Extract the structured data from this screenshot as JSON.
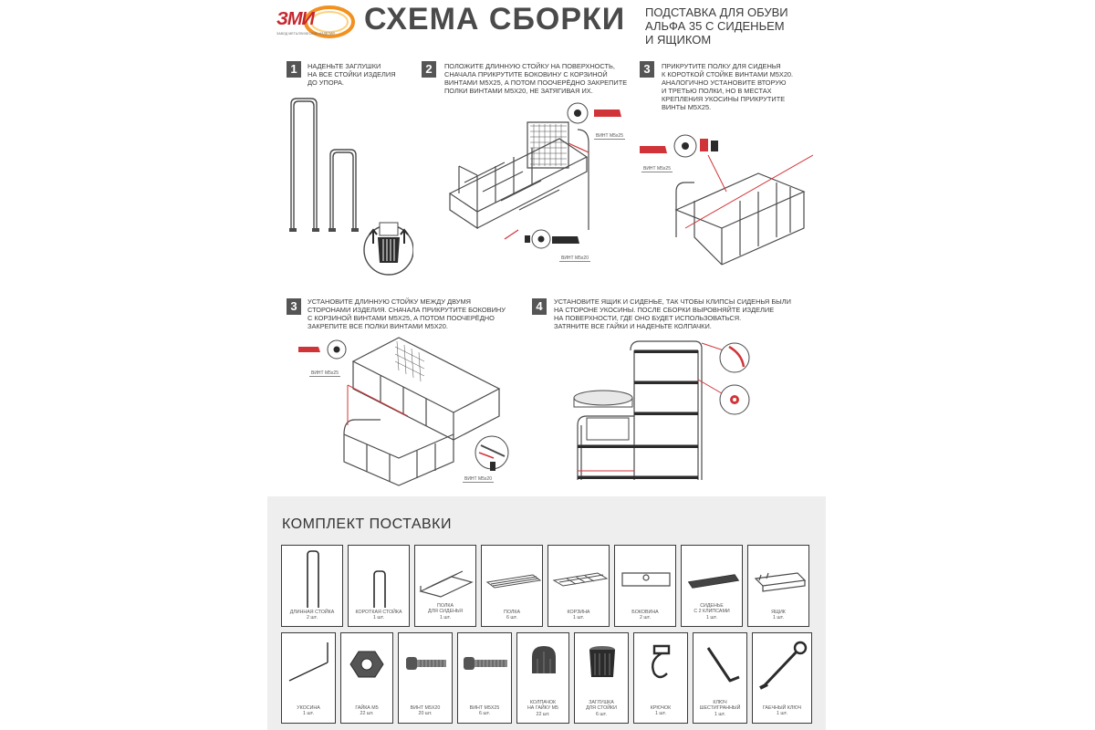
{
  "header": {
    "logo_text": "ЗМИ",
    "logo_sub": "ЗАВОД МЕТАЛЛИЧЕСКИХ ИЗДЕЛИЙ",
    "title": "СХЕМА СБОРКИ",
    "subtitle_lines": [
      "ПОДСТАВКА ДЛЯ ОБУВИ",
      "АЛЬФА 35 С СИДЕНЬЕМ",
      "И ЯЩИКОМ"
    ]
  },
  "steps": [
    {
      "num": "1",
      "lines": [
        "НАДЕНЬТЕ ЗАГЛУШКИ",
        "НА ВСЕ СТОЙКИ ИЗДЕЛИЯ",
        "ДО УПОРА."
      ]
    },
    {
      "num": "2",
      "lines": [
        "ПОЛОЖИТЕ ДЛИННУЮ СТОЙКУ НА ПОВЕРХНОСТЬ,",
        "СНАЧАЛА ПРИКРУТИТЕ БОКОВИНУ С КОРЗИНОЙ",
        "ВИНТАМИ М5Х25, А ПОТОМ ПООЧЕРЁДНО ЗАКРЕПИТЕ",
        "ПОЛКИ ВИНТАМИ М5Х20, НЕ ЗАТЯГИВАЯ ИХ."
      ]
    },
    {
      "num": "3",
      "lines": [
        "ПРИКРУТИТЕ ПОЛКУ ДЛЯ СИДЕНЬЯ",
        "К КОРОТКОЙ СТОЙКЕ ВИНТАМИ М5Х20.",
        "АНАЛОГИЧНО УСТАНОВИТЕ ВТОРУЮ",
        "И ТРЕТЬЮ ПОЛКИ, НО В МЕСТАХ",
        "КРЕПЛЕНИЯ УКОСИНЫ ПРИКРУТИТЕ",
        "ВИНТЫ М5Х25."
      ]
    },
    {
      "num": "3",
      "lines": [
        "УСТАНОВИТЕ ДЛИННУЮ СТОЙКУ МЕЖДУ ДВУМЯ",
        "СТОРОНАМИ ИЗДЕЛИЯ. СНАЧАЛА ПРИКРУТИТЕ БОКОВИНУ",
        "С КОРЗИНОЙ ВИНТАМИ М5Х25, А ПОТОМ ПООЧЕРЁДНО",
        "ЗАКРЕПИТЕ ВСЕ ПОЛКИ ВИНТАМИ М5Х20."
      ]
    },
    {
      "num": "4",
      "lines": [
        "УСТАНОВИТЕ ЯЩИК И СИДЕНЬЕ, ТАК ЧТОБЫ КЛИПСЫ СИДЕНЬЯ БЫЛИ",
        "НА СТОРОНЕ УКОСИНЫ. ПОСЛЕ СБОРКИ ВЫРОВНЯЙТЕ ИЗДЕЛИЕ",
        "НА ПОВЕРХНОСТИ, ГДЕ ОНО БУДЕТ ИСПОЛЬЗОВАТЬСЯ.",
        "ЗАТЯНИТЕ ВСЕ ГАЙКИ И НАДЕНЬТЕ КОЛПАЧКИ."
      ]
    }
  ],
  "callouts": {
    "s2_top": "ВИНТ М5х25",
    "s2_bottom": "ВИНТ М5х20",
    "s3_left": "ВИНТ М5х25",
    "s3b_left": "ВИНТ М5х25",
    "s3b_right": "ВИНТ М5х20"
  },
  "kit": {
    "title": "КОМПЛЕКТ ПОСТАВКИ",
    "row1": [
      {
        "icon": "long-post-icon",
        "name": "ДЛИННАЯ СТОЙКА",
        "qty": "2 шт."
      },
      {
        "icon": "short-post-icon",
        "name": "КОРОТКАЯ СТОЙКА",
        "qty": "1 шт."
      },
      {
        "icon": "seat-shelf-icon",
        "name": "ПОЛКА\nДЛЯ СИДЕНЬЯ",
        "qty": "1 шт."
      },
      {
        "icon": "shelf-icon",
        "name": "ПОЛКА",
        "qty": "6 шт."
      },
      {
        "icon": "basket-icon",
        "name": "КОРЗИНА",
        "qty": "1 шт."
      },
      {
        "icon": "side-panel-icon",
        "name": "БОКОВИНА",
        "qty": "2 шт."
      },
      {
        "icon": "seat-icon",
        "name": "СИДЕНЬЕ\nС 2 КЛИПСАМИ",
        "qty": "1 шт."
      },
      {
        "icon": "box-icon",
        "name": "ЯЩИК",
        "qty": "1 шт."
      }
    ],
    "row2": [
      {
        "icon": "brace-icon",
        "name": "УКОСИНА",
        "qty": "1 шт."
      },
      {
        "icon": "nut-icon",
        "name": "ГАЙКА М5",
        "qty": "22 шт."
      },
      {
        "icon": "screw-m5x20-icon",
        "name": "ВИНТ М5Х20",
        "qty": "20 шт."
      },
      {
        "icon": "screw-m5x25-icon",
        "name": "ВИНТ М5Х25",
        "qty": "6 шт."
      },
      {
        "icon": "nut-cap-icon",
        "name": "КОЛПАЧОК\nНА ГАЙКУ М5",
        "qty": "22 шт."
      },
      {
        "icon": "post-plug-icon",
        "name": "ЗАГЛУШКА\nДЛЯ СТОЙКИ",
        "qty": "6 шт."
      },
      {
        "icon": "hook-icon",
        "name": "КРЮЧОК",
        "qty": "1 шт."
      },
      {
        "icon": "hex-key-icon",
        "name": "КЛЮЧ\nШЕСТИГРАННЫЙ",
        "qty": "1 шт."
      },
      {
        "icon": "wrench-icon",
        "name": "ГАЕЧНЫЙ КЛЮЧ",
        "qty": "1 шт."
      }
    ]
  },
  "colors": {
    "accent": "#d13438",
    "frame": "#4a4a4a",
    "kit_bg": "#eeeeee",
    "logo_orange": "#f29120"
  }
}
